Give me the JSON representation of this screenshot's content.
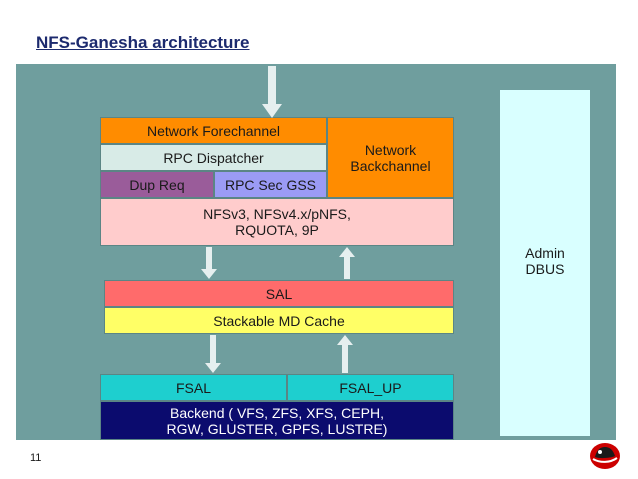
{
  "title": "NFS-Ganesha architecture",
  "boxes": {
    "network_forechannel": "Network Forechannel",
    "rpc_dispatcher": "RPC Dispatcher",
    "dup_req": "Dup Req",
    "rpc_sec_gss": "RPC Sec GSS",
    "network_backchannel": "Network\nBackchannel",
    "nfs_protocols": "NFSv3, NFSv4.x/pNFS,\nRQUOTA, 9P",
    "sal": "SAL",
    "stackable_md_cache": "Stackable MD Cache",
    "fsal": "FSAL",
    "fsal_up": "FSAL_UP",
    "backend": "Backend ( VFS, ZFS, XFS, CEPH,\nRGW, GLUSTER, GPFS, LUSTRE)",
    "admin": "Admin\nDBUS"
  },
  "page_number": "11",
  "colors": {
    "panel": "#6f9e9e",
    "network_forechannel": "#ff8c00",
    "rpc_dispatcher": "#d8ebe7",
    "dup_req": "#9a5c9a",
    "rpc_sec_gss": "#9b9bf5",
    "network_backchannel": "#ff8c00",
    "nfs_protocols": "#ffcccc",
    "sal": "#ff6b6b",
    "stackable_md_cache": "#ffff66",
    "fsal": "#1ecfcf",
    "backend": "#0b0b6e",
    "admin": "#d9ffff",
    "arrow": "#e6efef"
  },
  "arrows": [
    {
      "name": "arrow-into-network-forechannel",
      "direction": "down"
    },
    {
      "name": "arrow-protocols-to-sal",
      "direction": "down"
    },
    {
      "name": "arrow-sal-to-protocols",
      "direction": "up"
    },
    {
      "name": "arrow-mdcache-to-fsal",
      "direction": "down"
    },
    {
      "name": "arrow-fsalup-to-mdcache",
      "direction": "up"
    }
  ],
  "logo_icon": "red-hat-logo-icon"
}
